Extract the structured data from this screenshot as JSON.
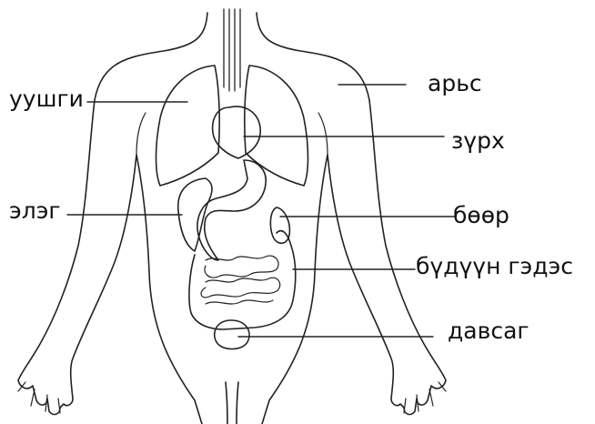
{
  "labels": {
    "lungs": "уушги",
    "skin": "арьс",
    "heart": "зүрх",
    "liver": "элэг",
    "kidney": "бөөр",
    "colon": "бүдүүн гэдэс",
    "bladder": "давсаг"
  }
}
